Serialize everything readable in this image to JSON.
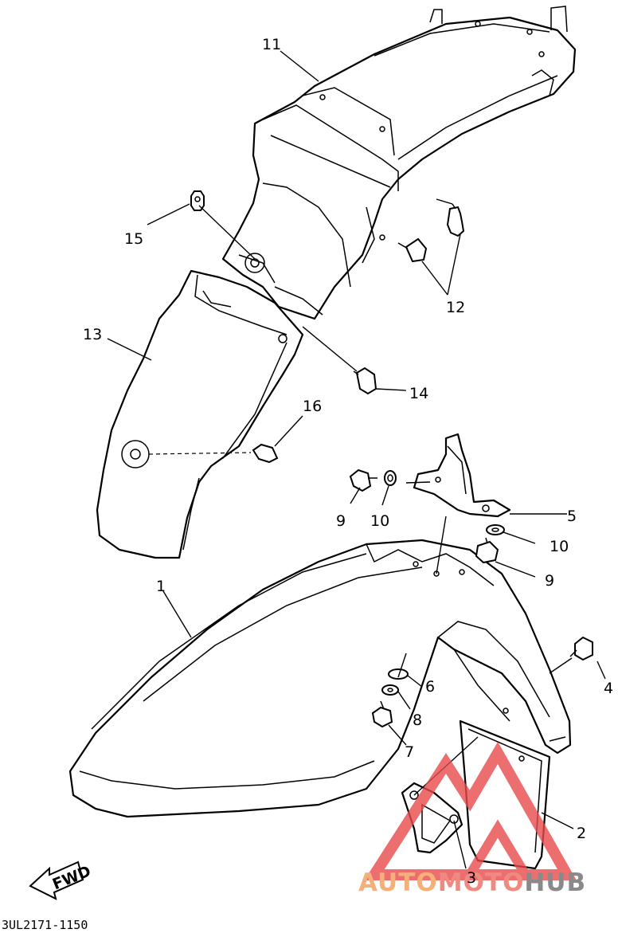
{
  "diagram": {
    "drawing_code": "3UL2171-1150",
    "direction_label": "FWD",
    "callouts": {
      "c1": "1",
      "c2": "2",
      "c3": "3",
      "c4": "4",
      "c5": "5",
      "c6": "6",
      "c7": "7",
      "c8": "8",
      "c9a": "9",
      "c9b": "9",
      "c10a": "10",
      "c10b": "10",
      "c11": "11",
      "c12": "12",
      "c13": "13",
      "c14": "14",
      "c15": "15",
      "c16": "16"
    }
  },
  "watermark": {
    "word_a": "AUTO",
    "word_b": "MOTO",
    "word_c": "HUB",
    "colors": {
      "auto": "#f5b07a",
      "moto": "#f08a80",
      "hub": "#8a8a8a",
      "logo": "#e84a4a"
    }
  }
}
